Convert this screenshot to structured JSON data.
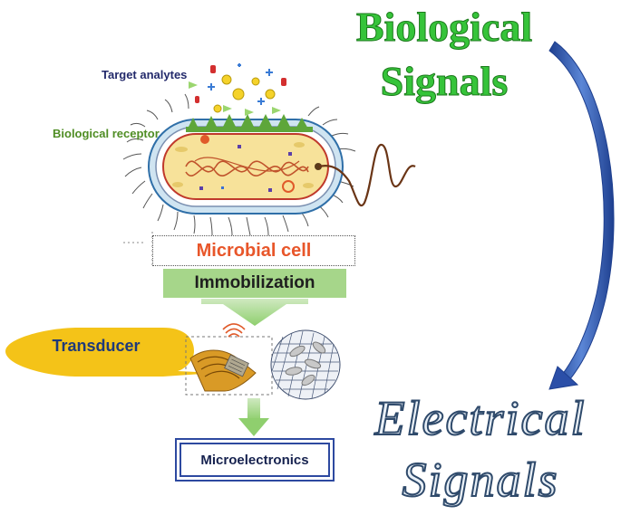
{
  "titles": {
    "biological_signals": "Biological Signals",
    "electrical_signals": "Electrical Signals"
  },
  "labels": {
    "target_analytes": "Target analytes",
    "biological_receptor": "Biological receptor",
    "microbial_cell": "Microbial cell",
    "immobilization": "Immobilization",
    "transducer": "Transducer",
    "microelectronics": "Microelectronics"
  },
  "colors": {
    "bio_green": "#36c43a",
    "receptor_green": "#4f8d24",
    "microbial_orange": "#e8562a",
    "immobilization_green": "#a6d68a",
    "transducer_yellow": "#f4c318",
    "arrow_blue": "#3b5fb5",
    "electrical_outline": "#2f4a6b"
  },
  "icons": [
    "bacterium-cell",
    "flagellum",
    "pili",
    "curved-arrow",
    "down-arrow",
    "flexible-sensor-chip",
    "graphene-mesh",
    "wifi-waves",
    "speech-bubble"
  ]
}
